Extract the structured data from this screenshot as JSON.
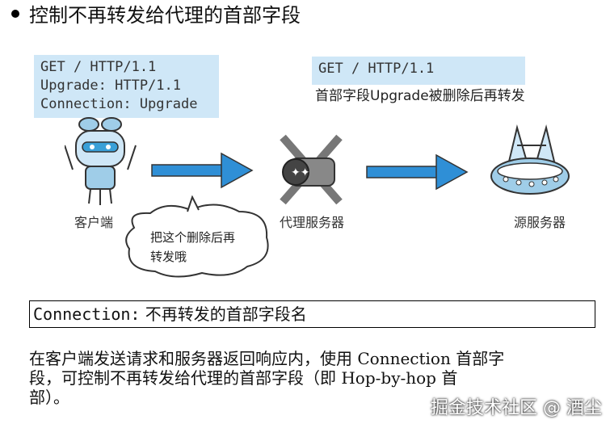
{
  "heading": "控制不再转发给代理的首部字段",
  "client_request": [
    "GET / HTTP/1.1",
    "Upgrade: HTTP/1.1",
    "Connection: Upgrade"
  ],
  "proxy_request": [
    "GET / HTTP/1.1"
  ],
  "proxy_caption": "首部字段Upgrade被删除后再转发",
  "labels": {
    "client": "客户端",
    "proxy": "代理服务器",
    "server": "源服务器"
  },
  "bubble": [
    "把这个删除后再",
    "转发哦"
  ],
  "field_box": {
    "name": "Connection:",
    "desc": " 不再转发的首部字段名"
  },
  "paragraph": [
    "在客户端发送请求和服务器返回响应内，使用 Connection 首部字",
    "段，可控制不再转发给代理的首部字段（即 Hop-by-hop 首",
    "部）。"
  ],
  "watermark": "掘金技术社区 @ 酒尘",
  "colors": {
    "arrow": "#2f8fd6",
    "request_bg": "#cfe7f7"
  },
  "icons": [
    "robot-client-icon",
    "proxy-server-icon",
    "origin-server-icon",
    "right-arrow-icon",
    "speech-bubble-icon"
  ]
}
